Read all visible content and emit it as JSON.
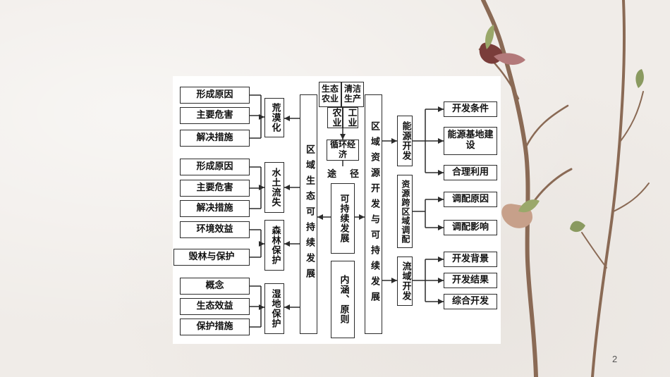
{
  "left": {
    "desertification": {
      "label": "荒漠化",
      "items": [
        "形成原因",
        "主要危害",
        "解决措施"
      ]
    },
    "soil_erosion": {
      "label": "水土流失",
      "items": [
        "形成原因",
        "主要危害",
        "解决措施"
      ]
    },
    "forest": {
      "label": "森林保护",
      "items": [
        "环境效益",
        "毁林与保护"
      ]
    },
    "wetland": {
      "label": "湿地保护",
      "items": [
        "概念",
        "生态效益",
        "保护措施"
      ]
    }
  },
  "center": {
    "regional_eco": "区域生态可持续发展",
    "eco_agriculture": "生态农业",
    "clean_production": "清洁生产",
    "agriculture": "农业",
    "industry": "工业",
    "circular_economy": "循环经济",
    "path_left": "途",
    "path_right": "径",
    "sustainable_dev": "可持续发展",
    "meaning_principle": "内涵、原则",
    "regional_resource": "区域资源开发与可持续发展"
  },
  "right": {
    "energy": {
      "label": "能源开发",
      "items": [
        "开发条件",
        "能源基地建设",
        "合理利用"
      ]
    },
    "transfer": {
      "label": "资源跨区域调配",
      "items": [
        "调配原因",
        "调配影响"
      ]
    },
    "basin": {
      "label": "流域开发",
      "items": [
        "开发背景",
        "开发结果",
        "综合开发"
      ]
    }
  },
  "page_number": "2"
}
